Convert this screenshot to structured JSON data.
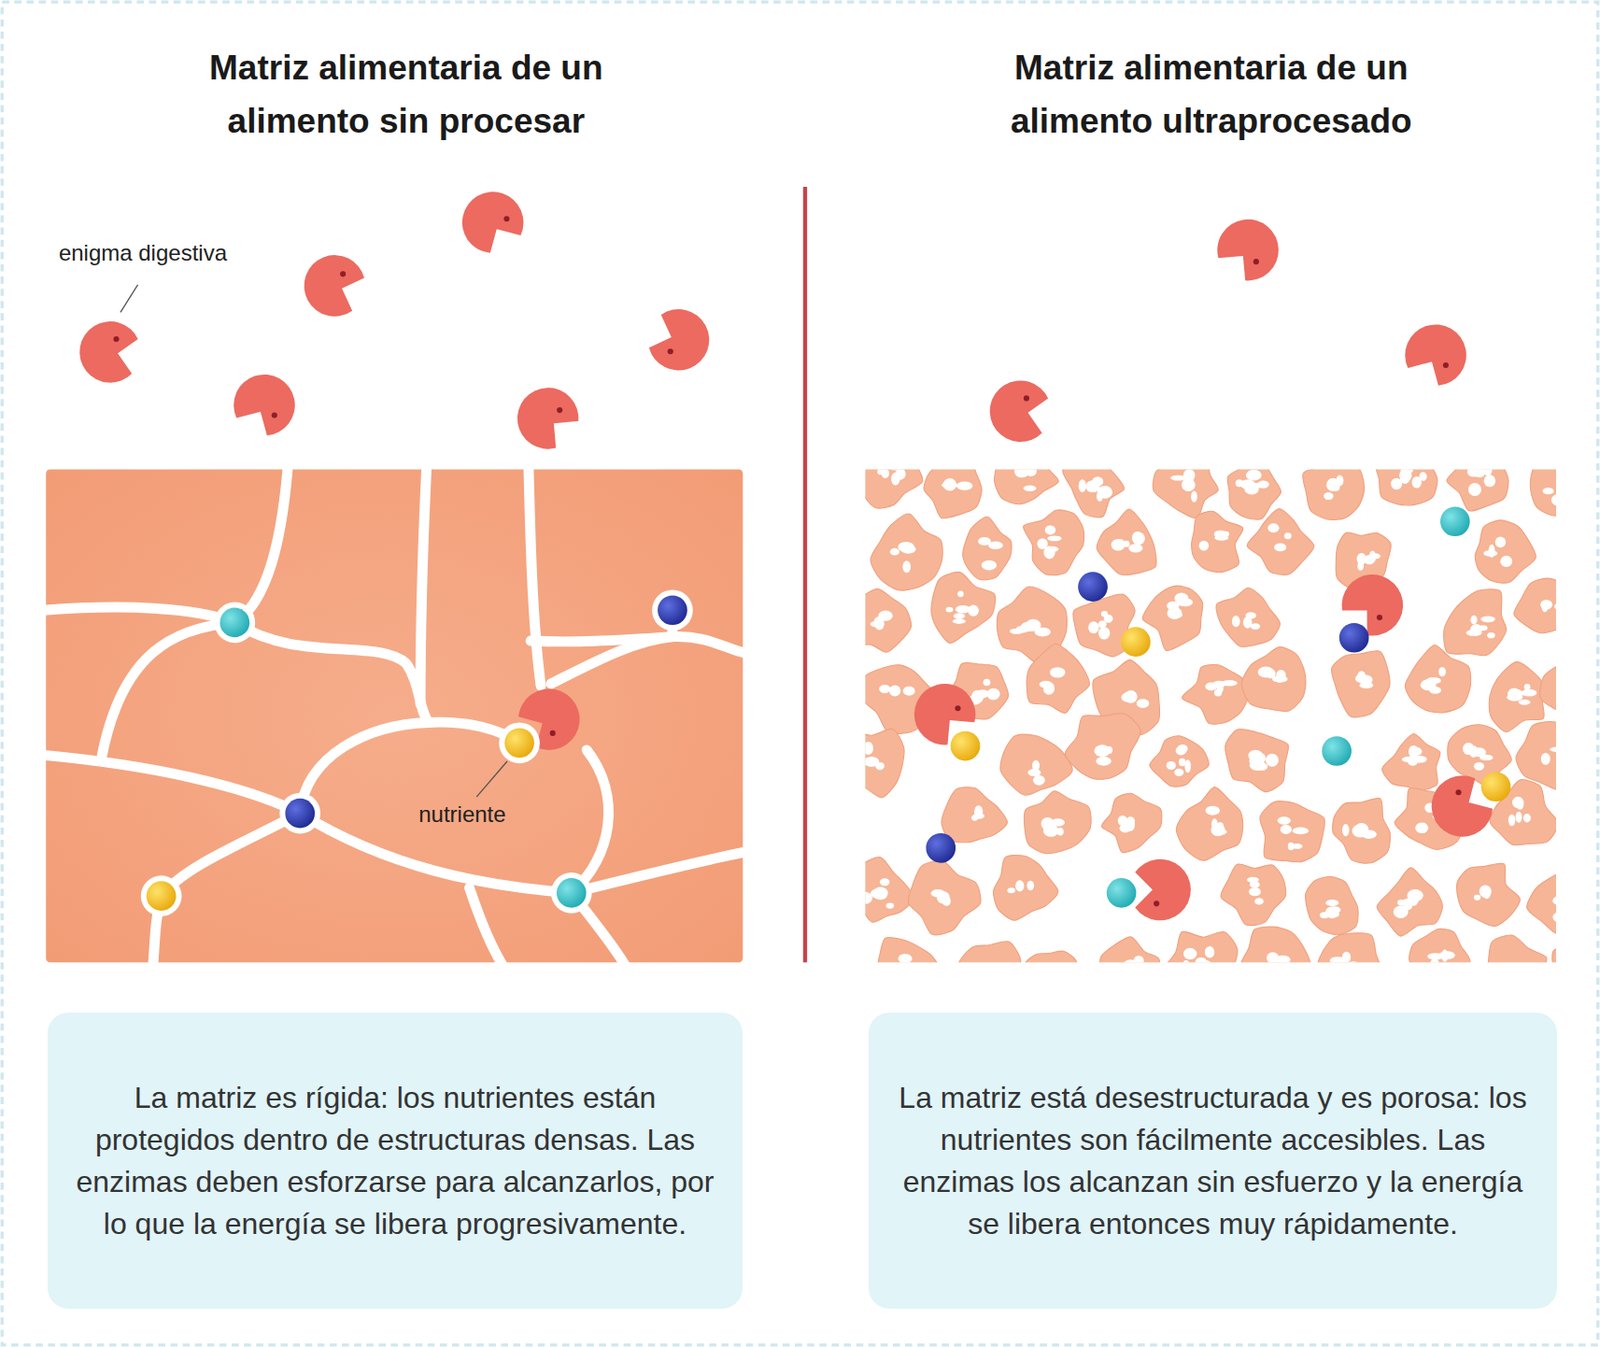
{
  "diagram": {
    "nodes": [
      {
        "text": [
          "La matriz es rígida: los nutrientes están protegidos dentro de estructuras densas. Las enzimas deben esforzarse para alcanzarlos, por lo que la energía se libera progresivamente."
        ]
      },
      {
        "text": [
          "La matriz está desestructurada y es porosa: los nutrientes son fácilmente accesibles. Las enzimas los alcanzan sin esfuerzo y la energía se libera entonces muy rápidamente."
        ]
      }
    ],
    "labels": [
      "Matriz alimentaria de un alimento sin procesar",
      "Matriz alimentaria de un alimento ultraprocesado",
      "enigma digestiva",
      "nutriente"
    ]
  }
}
